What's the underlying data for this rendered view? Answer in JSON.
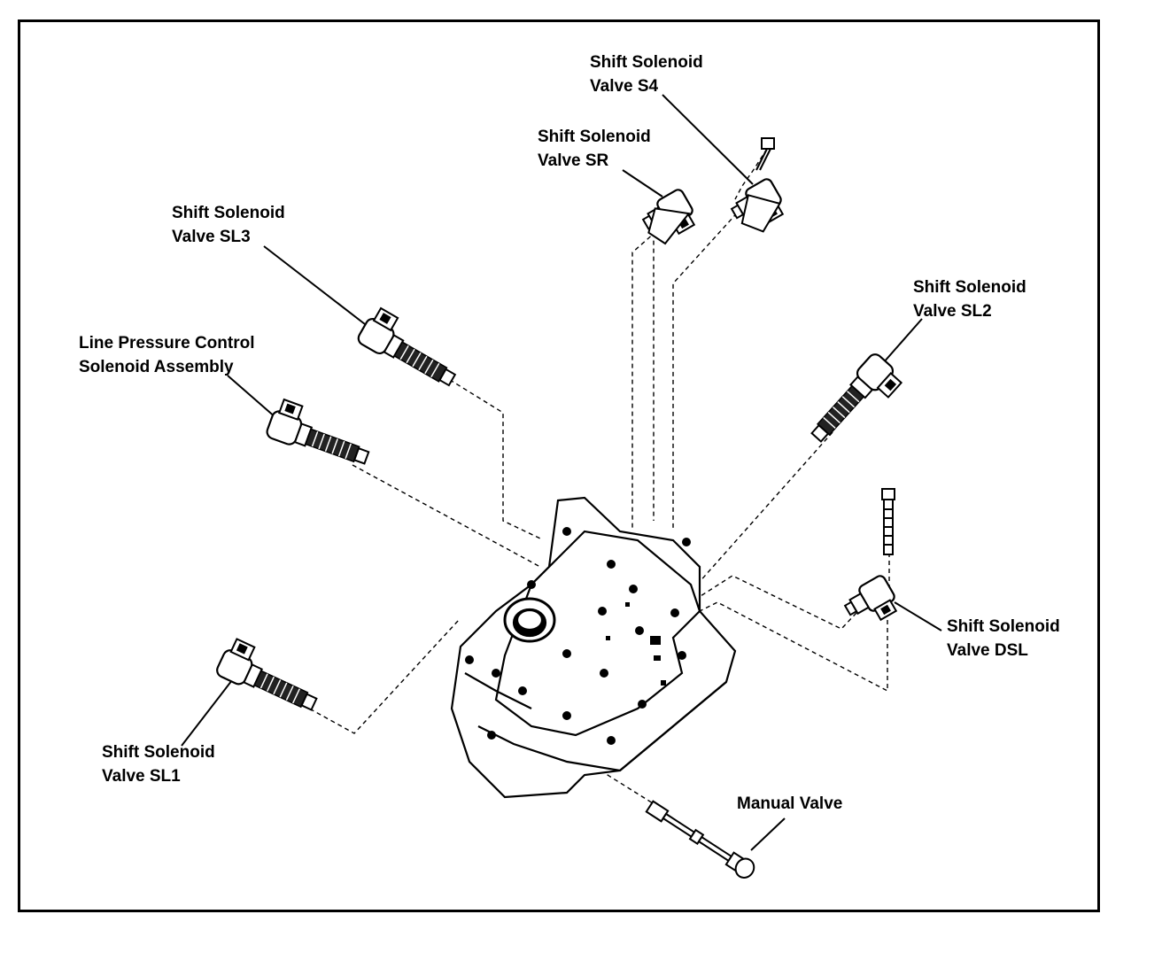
{
  "labels": {
    "s4": {
      "line1": "Shift Solenoid",
      "line2": "Valve S4"
    },
    "sr": {
      "line1": "Shift Solenoid",
      "line2": "Valve SR"
    },
    "sl3": {
      "line1": "Shift Solenoid",
      "line2": "Valve SL3"
    },
    "lpc": {
      "line1": "Line Pressure Control",
      "line2": "Solenoid Assembly"
    },
    "sl2": {
      "line1": "Shift Solenoid",
      "line2": "Valve SL2"
    },
    "dsl": {
      "line1": "Shift Solenoid",
      "line2": "Valve DSL"
    },
    "sl1": {
      "line1": "Shift Solenoid",
      "line2": "Valve SL1"
    },
    "manual": {
      "line1": "Manual Valve"
    }
  }
}
